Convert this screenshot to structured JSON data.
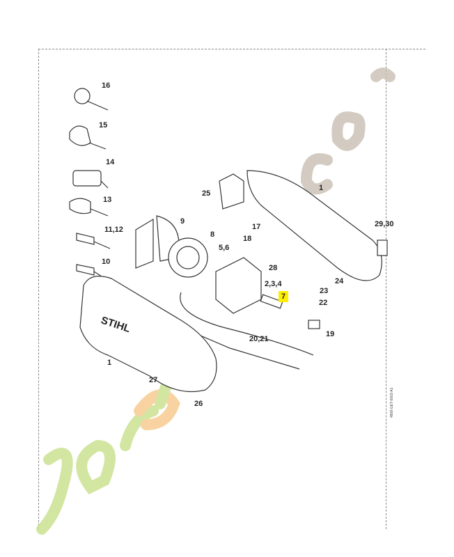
{
  "diagram": {
    "labels": [
      "16",
      "15",
      "14",
      "13",
      "11,12",
      "10",
      "25",
      "1",
      "9",
      "8",
      "17",
      "18",
      "5,6",
      "28",
      "29,30",
      "2,3,4",
      "7",
      "24",
      "23",
      "22",
      "19",
      "20,21",
      "1",
      "27",
      "26"
    ],
    "highlighted_label": "7",
    "highlight_color": "#ffee00",
    "brand_on_housing": "STIHL",
    "drawing_code": "4808-GET-0003-A1"
  },
  "watermark": {
    "text": "foret...com",
    "colors": [
      "#c8e08a",
      "#f7c98a",
      "#c9bfb3"
    ]
  }
}
